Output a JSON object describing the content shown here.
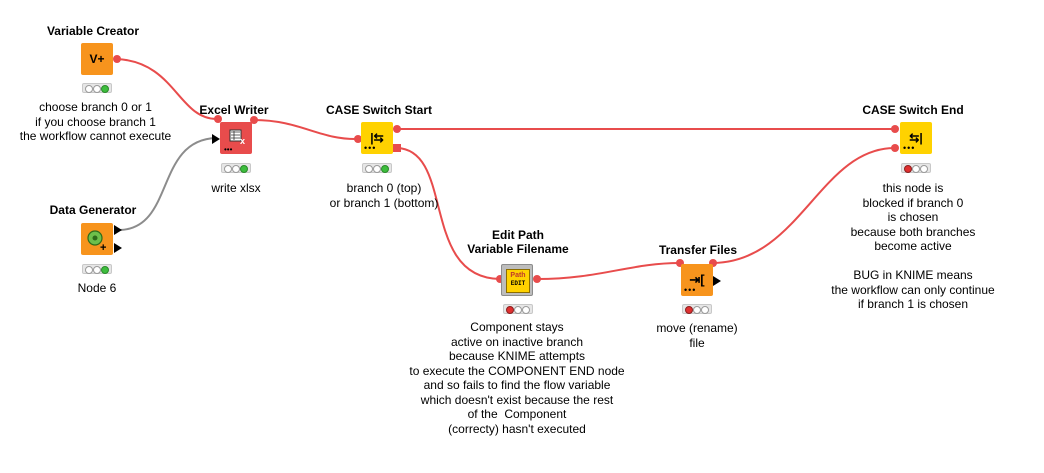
{
  "colors": {
    "connection_flow": "#e84c4c",
    "connection_data": "#8c8c8c",
    "source_node": "#f7941d",
    "writer_node": "#e84c4c",
    "switch_node": "#ffd200",
    "component_node": "#bdbdbd",
    "status_green": "#3dbd3d",
    "status_red": "#e03030",
    "status_idle": "#ffffff"
  },
  "nodes": {
    "variable_creator": {
      "title": "Variable Creator",
      "caption": "choose branch 0 or 1\nif you choose branch 1\nthe workflow cannot execute",
      "icon": "variable-creator-icon",
      "glyph": "V+",
      "status": "green"
    },
    "excel_writer": {
      "title": "Excel Writer",
      "caption": "write xlsx",
      "icon": "excel-writer-icon",
      "glyph": "x",
      "status": "green"
    },
    "data_generator": {
      "title": "Data Generator",
      "caption": "Node 6",
      "icon": "data-generator-icon",
      "glyph": "+",
      "status": "green"
    },
    "case_switch_start": {
      "title": "CASE Switch Start",
      "caption": "branch 0 (top)\nor branch 1 (bottom)",
      "icon": "case-switch-start-icon",
      "glyph": "|⇆",
      "status": "green"
    },
    "edit_path": {
      "title": "Edit Path\nVariable Filename",
      "caption": "Component stays\nactive on inactive branch\nbecause KNIME attempts\nto execute the COMPONENT END node\nand so fails to find the flow variable\nwhich doesn't exist because the rest\nof the  Component\n(correcty) hasn't executed",
      "icon": "component-icon",
      "glyph_top": "Path",
      "glyph_bottom": "EDIT",
      "status": "red"
    },
    "transfer_files": {
      "title": "Transfer Files",
      "caption": "move (rename)\nfile",
      "icon": "transfer-files-icon",
      "glyph": "⇥[",
      "status": "red"
    },
    "case_switch_end": {
      "title": "CASE Switch End",
      "caption": "this node is\nblocked if branch 0\nis chosen\nbecause both branches\nbecome active\n\nBUG in KNIME means\nthe workflow can only continue\nif branch 1 is chosen",
      "icon": "case-switch-end-icon",
      "glyph": "⇆|",
      "status": "red"
    }
  }
}
